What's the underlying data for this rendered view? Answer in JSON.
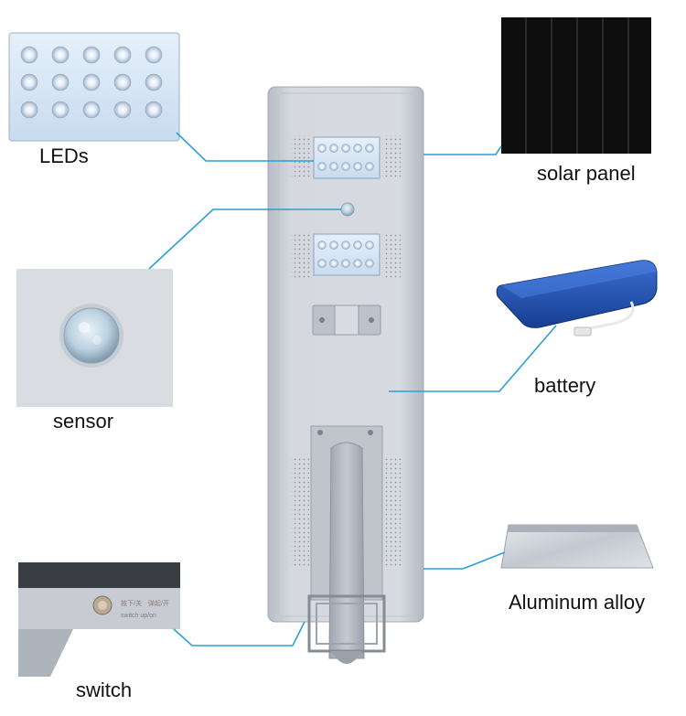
{
  "labels": {
    "leds": "LEDs",
    "solar_panel": "solar panel",
    "sensor": "sensor",
    "battery": "battery",
    "aluminum_alloy": "Aluminum alloy",
    "switch": "switch"
  },
  "switch_inset_text": {
    "line1_left": "按下/关",
    "line1_right": "弹起/开",
    "line2": "switch up/on"
  },
  "colors": {
    "leader_line": "#2a9fd6",
    "lamp_body": "#c9ced6",
    "solar_cell": "#0e0e0e",
    "battery": "#1d4fae"
  }
}
